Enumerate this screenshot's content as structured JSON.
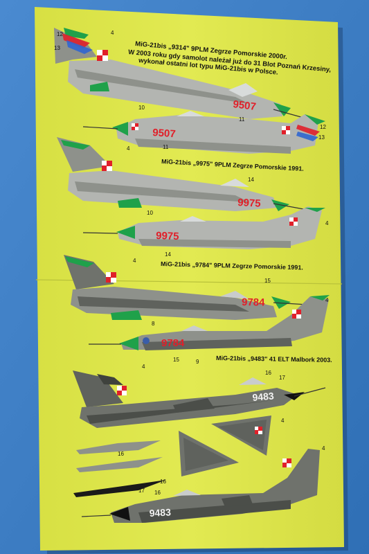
{
  "colors": {
    "background": "#3a7fc4",
    "sheet": "#dfe84a",
    "aircraft_light_grey": "#b3b5b1",
    "aircraft_mid_grey": "#8e918b",
    "aircraft_dark_grey": "#5f625d",
    "green_accent": "#1fa14a",
    "marking_red": "#e0202a"
  },
  "captions": {
    "c1_line1": "MiG-21bis „9314\" 9PLM Zegrze Pomorskie 2000r.",
    "c1_line2": "W 2003 roku gdy samolot należał już do 31 Blot Poznań Krzesiny,",
    "c1_line3": "wykonał ostatni lot typu MiG-21bis w Polsce.",
    "c2": "MiG-21bis „9975\" 9PLM Zegrze Pomorskie 1991.",
    "c3": "MiG-21bis „9784\" 9PLM Zegrze Pomorskie 1991.",
    "c4": "MiG-21bis „9483\" 41 ELT Malbork 2003."
  },
  "serials": {
    "s1": "9507",
    "s2": "9507",
    "s3": "9975",
    "s4": "9975",
    "s5": "9784",
    "s6": "9784",
    "s7": "9483",
    "s8": "9483"
  },
  "callouts": {
    "n4": "4",
    "n8": "8",
    "n9": "9",
    "n10": "10",
    "n11": "11",
    "n12": "12",
    "n13": "13",
    "n14": "14",
    "n15": "15",
    "n16": "16",
    "n17": "17"
  }
}
